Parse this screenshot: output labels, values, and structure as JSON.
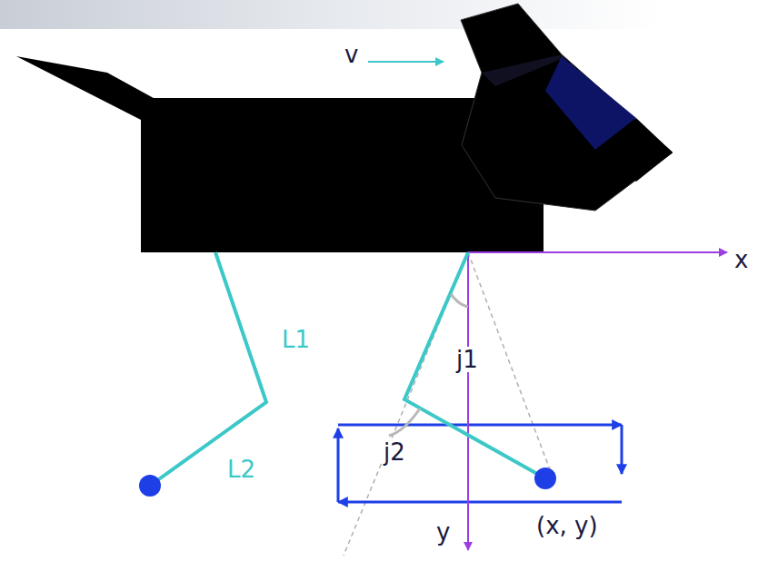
{
  "diagram": {
    "labels": [
      "v",
      "x",
      "L1",
      "j1",
      "L2",
      "j2",
      "(x, y)",
      "y"
    ]
  }
}
